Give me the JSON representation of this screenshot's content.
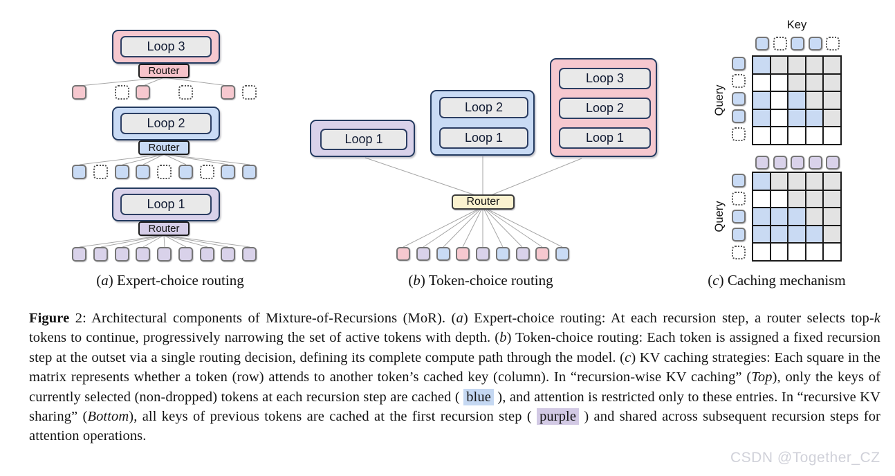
{
  "panels": {
    "a": {
      "caption_segments": [
        {
          "text": "("
        },
        {
          "text": "a",
          "style": "italic"
        },
        {
          "text": ") Expert-choice routing"
        }
      ],
      "stacks": [
        {
          "loop_label": "Loop 3",
          "router_label": "Router"
        },
        {
          "loop_label": "Loop 2",
          "router_label": "Router"
        },
        {
          "loop_label": "Loop 1",
          "router_label": "Router"
        }
      ],
      "token_rows": {
        "after_loop3": {
          "types": [
            "pink",
            "dotted",
            "pink",
            "dotted",
            "pink",
            "dotted"
          ],
          "slots": [
            0,
            2,
            3,
            5,
            7,
            8
          ]
        },
        "after_loop2": {
          "types": [
            "blue",
            "dotted",
            "blue",
            "blue",
            "dotted",
            "blue",
            "dotted",
            "blue",
            "blue"
          ],
          "slots": [
            0,
            1,
            2,
            3,
            4,
            5,
            6,
            7,
            8
          ]
        },
        "input": {
          "types": [
            "purple",
            "purple",
            "purple",
            "purple",
            "purple",
            "purple",
            "purple",
            "purple",
            "purple"
          ],
          "slots": [
            0,
            1,
            2,
            3,
            4,
            5,
            6,
            7,
            8
          ]
        }
      }
    },
    "b": {
      "caption_segments": [
        {
          "text": "("
        },
        {
          "text": "b",
          "style": "italic"
        },
        {
          "text": ") Token-choice routing"
        }
      ],
      "blocks": [
        {
          "loops": [
            "Loop 1"
          ]
        },
        {
          "loops": [
            "Loop 2",
            "Loop 1"
          ]
        },
        {
          "loops": [
            "Loop 3",
            "Loop 2",
            "Loop 1"
          ]
        }
      ],
      "router_label": "Router",
      "tokens": [
        "pink",
        "purple",
        "blue",
        "pink",
        "purple",
        "blue",
        "purple",
        "pink",
        "blue"
      ]
    },
    "c": {
      "caption_segments": [
        {
          "text": "("
        },
        {
          "text": "c",
          "style": "italic"
        },
        {
          "text": ") Caching mechanism"
        }
      ],
      "key_label": "Key",
      "query_label": "Query",
      "recursion_wise_kv_caching": {
        "key_tokens": [
          "blue",
          "dotted",
          "blue",
          "blue",
          "dotted"
        ],
        "query_tokens": [
          "blue",
          "dotted",
          "blue",
          "blue",
          "dotted"
        ],
        "cells": [
          [
            "blue",
            "grey",
            "grey",
            "grey",
            "grey"
          ],
          [
            "white",
            "white",
            "grey",
            "grey",
            "grey"
          ],
          [
            "blue",
            "white",
            "blue",
            "grey",
            "grey"
          ],
          [
            "blue",
            "white",
            "blue",
            "blue",
            "grey"
          ],
          [
            "white",
            "white",
            "white",
            "white",
            "white"
          ]
        ]
      },
      "recursive_kv_sharing": {
        "key_tokens": [
          "purple",
          "purple",
          "purple",
          "purple",
          "purple"
        ],
        "query_tokens": [
          "blue",
          "dotted",
          "blue",
          "blue",
          "dotted"
        ],
        "cells": [
          [
            "blue",
            "grey",
            "grey",
            "grey",
            "grey"
          ],
          [
            "white",
            "white",
            "grey",
            "grey",
            "grey"
          ],
          [
            "blue",
            "blue",
            "blue",
            "grey",
            "grey"
          ],
          [
            "blue",
            "blue",
            "blue",
            "blue",
            "grey"
          ],
          [
            "white",
            "white",
            "white",
            "white",
            "white"
          ]
        ]
      }
    }
  },
  "caption": {
    "segments": [
      {
        "text": "Figure",
        "style": "bold"
      },
      {
        "text": " 2: Architectural components of Mixture-of-Recursions (MoR). ("
      },
      {
        "text": "a",
        "style": "italic"
      },
      {
        "text": ") Expert-choice routing: At each recursion step, a router selects top-"
      },
      {
        "text": "k",
        "style": "italic"
      },
      {
        "text": " tokens to continue, progressively narrowing the set of active tokens with depth. ("
      },
      {
        "text": "b",
        "style": "italic"
      },
      {
        "text": ") Token-choice routing: Each token is assigned a fixed recursion step at the outset via a single routing decision, defining its complete compute path through the model. ("
      },
      {
        "text": "c",
        "style": "italic"
      },
      {
        "text": ") KV caching strategies: Each square in the matrix represents whether a token (row) attends to another token’s cached key (column). In “recursion-wise KV caching” ("
      },
      {
        "text": "Top",
        "style": "italic"
      },
      {
        "text": "), only the keys of currently selected (non-dropped) tokens at each recursion step are cached ( "
      },
      {
        "text": "blue",
        "style": "highlight-blue"
      },
      {
        "text": " ), and attention is restricted only to these entries. In “recursive KV sharing” ("
      },
      {
        "text": "Bottom",
        "style": "italic"
      },
      {
        "text": "), all keys of previous tokens are cached at the first recursion step ( "
      },
      {
        "text": "purple",
        "style": "highlight-purple"
      },
      {
        "text": " ) and shared across subsequent recursion steps for attention operations."
      }
    ]
  },
  "watermark": "CSDN @Together_CZ",
  "colors": {
    "pink": "#f6c8cf",
    "blue": "#c9dbf5",
    "purple": "#d9d2ea",
    "block_grey": "#e9e9e9",
    "navy_border": "#243b60",
    "router_yellow": "#fbf2cf",
    "matrix_blue": "#c9daf3",
    "matrix_grey": "#e3e3e3",
    "highlight_blue": "#c5d8f2",
    "highlight_purple": "#d2c9e4"
  }
}
